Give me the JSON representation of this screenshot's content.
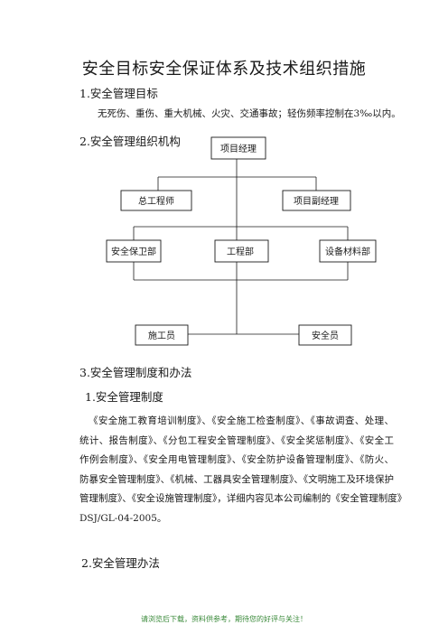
{
  "title": "安全目标安全保证体系及技术组织措施",
  "section1": {
    "heading": "1.安全管理目标",
    "text": "无死伤、重伤、重大机械、火灾、交通事故；轻伤频率控制在3‰以内。"
  },
  "section2": {
    "heading": "2.安全管理组织机构",
    "org": {
      "top": "项目经理",
      "level2": [
        "总工程师",
        "项目副经理"
      ],
      "level3": [
        "安全保卫部",
        "工程部",
        "设备材料部"
      ],
      "level4": [
        "施工员",
        "安全员"
      ]
    }
  },
  "section3": {
    "heading": "3.安全管理制度和办法",
    "sub1": "1.安全管理制度",
    "paragraph_lines": [
      "《安全施工教育培训制度》、《安全施工检查制度》、《事故调查、处理、",
      "统计、报告制度》、《分包工程安全管理制度》、《安全奖惩制度》、《安全工",
      "作例会制度》、《安全用电管理制度》、《安全防护设备管理制度》、《防火、",
      "防暴安全管理制度》、《机械、工器具安全管理制度》、《文明施工及环境保护",
      "管理制度》、《安全设施管理制度》，详细内容见本公司编制的《安全管理制度》",
      "DSJ/GL-04-2005。"
    ],
    "sub2": "2.安全管理办法"
  },
  "footer": "请浏览后下载，资料供参考，期待您的好评与关注！"
}
